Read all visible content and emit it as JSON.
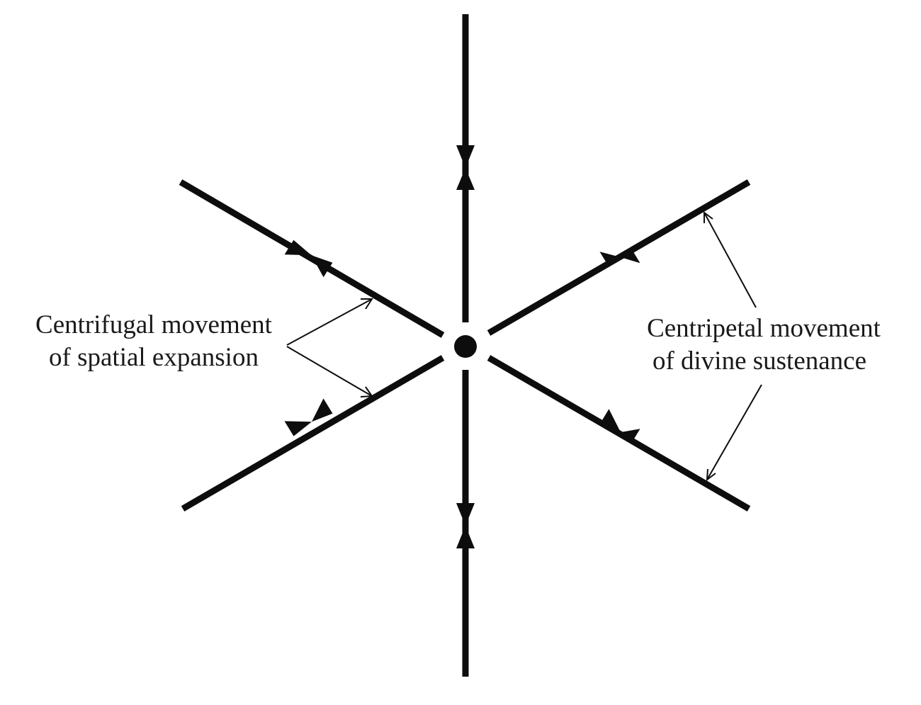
{
  "labels": {
    "centrifugal": {
      "line1": "Centrifugal movement",
      "line2": "of spatial expansion"
    },
    "centripetal": {
      "line1": "Centripetal movement",
      "line2": "of divine sustenance"
    }
  },
  "colors": {
    "ink": "#0d0d0d",
    "background": "#ffffff"
  },
  "arrow_directions": {
    "outer_segment": "inward",
    "inner_segment": "outward"
  },
  "radial_count": 6
}
